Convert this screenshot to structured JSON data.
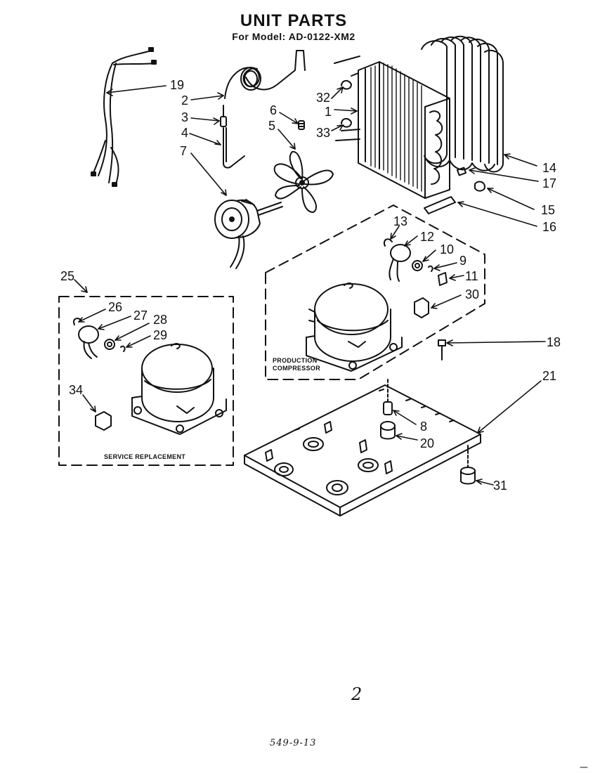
{
  "title": "UNIT PARTS",
  "subtitle": "For Model: AD-0122-XM2",
  "box_labels": {
    "production_line1": "PRODUCTION",
    "production_line2": "COMPRESSOR",
    "service": "SERVICE REPLACEMENT"
  },
  "callouts": [
    "19",
    "2",
    "3",
    "4",
    "7",
    "6",
    "5",
    "32",
    "1",
    "33",
    "14",
    "17",
    "15",
    "16",
    "13",
    "12",
    "10",
    "9",
    "11",
    "30",
    "18",
    "21",
    "8",
    "20",
    "31",
    "25",
    "26",
    "27",
    "28",
    "29",
    "34"
  ],
  "handwritten": {
    "page": "2",
    "code": "549-9-13"
  }
}
